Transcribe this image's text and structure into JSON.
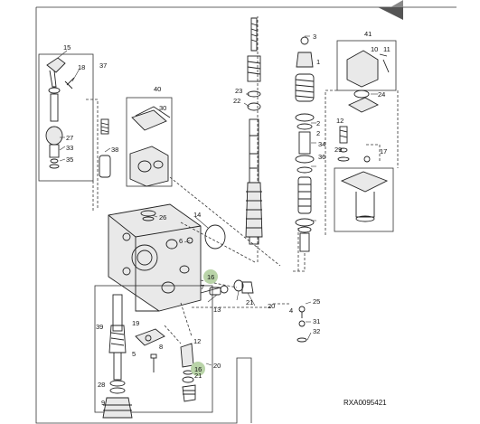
{
  "diagram": {
    "reference": "RXA0095421",
    "callouts": [
      {
        "id": "c15a",
        "label": "15",
        "hl": false
      },
      {
        "id": "c18a",
        "label": "18",
        "hl": false
      },
      {
        "id": "c37",
        "label": "37",
        "hl": false
      },
      {
        "id": "c27",
        "label": "27",
        "hl": false
      },
      {
        "id": "c33",
        "label": "33",
        "hl": false
      },
      {
        "id": "c35",
        "label": "35",
        "hl": false
      },
      {
        "id": "c40",
        "label": "40",
        "hl": false
      },
      {
        "id": "c30",
        "label": "30",
        "hl": false
      },
      {
        "id": "c38",
        "label": "38",
        "hl": false
      },
      {
        "id": "c26",
        "label": "26",
        "hl": false
      },
      {
        "id": "c14",
        "label": "14",
        "hl": false
      },
      {
        "id": "c6",
        "label": "6",
        "hl": false
      },
      {
        "id": "c16a",
        "label": "16",
        "hl": true
      },
      {
        "id": "c7",
        "label": "7",
        "hl": false
      },
      {
        "id": "c13",
        "label": "13",
        "hl": false
      },
      {
        "id": "c21a",
        "label": "21",
        "hl": false
      },
      {
        "id": "c20a",
        "label": "20",
        "hl": false
      },
      {
        "id": "c39",
        "label": "39",
        "hl": false
      },
      {
        "id": "c19",
        "label": "19",
        "hl": false
      },
      {
        "id": "c5",
        "label": "5",
        "hl": false
      },
      {
        "id": "c8",
        "label": "8",
        "hl": false
      },
      {
        "id": "c12",
        "label": "12",
        "hl": false
      },
      {
        "id": "c16b",
        "label": "16",
        "hl": true
      },
      {
        "id": "c21b",
        "label": "21",
        "hl": false
      },
      {
        "id": "c20b",
        "label": "20",
        "hl": false
      },
      {
        "id": "c28",
        "label": "28",
        "hl": false
      },
      {
        "id": "c9",
        "label": "9",
        "hl": false
      },
      {
        "id": "c23",
        "label": "23",
        "hl": false
      },
      {
        "id": "c22",
        "label": "22",
        "hl": false
      },
      {
        "id": "c3",
        "label": "3",
        "hl": false
      },
      {
        "id": "c1",
        "label": "1",
        "hl": false
      },
      {
        "id": "c2a",
        "label": "2",
        "hl": false
      },
      {
        "id": "c2b",
        "label": "2",
        "hl": false
      },
      {
        "id": "c34",
        "label": "34",
        "hl": false
      },
      {
        "id": "c36",
        "label": "36",
        "hl": false
      },
      {
        "id": "c41",
        "label": "41",
        "hl": false
      },
      {
        "id": "c10",
        "label": "10",
        "hl": false
      },
      {
        "id": "c11",
        "label": "11",
        "hl": false
      },
      {
        "id": "c24",
        "label": "24",
        "hl": false
      },
      {
        "id": "c12b",
        "label": "12",
        "hl": false
      },
      {
        "id": "c29",
        "label": "29",
        "hl": false
      },
      {
        "id": "c17",
        "label": "17",
        "hl": false
      },
      {
        "id": "c25",
        "label": "25",
        "hl": false
      },
      {
        "id": "c4",
        "label": "4",
        "hl": false
      },
      {
        "id": "c31",
        "label": "31",
        "hl": false
      },
      {
        "id": "c32",
        "label": "32",
        "hl": false
      }
    ]
  }
}
